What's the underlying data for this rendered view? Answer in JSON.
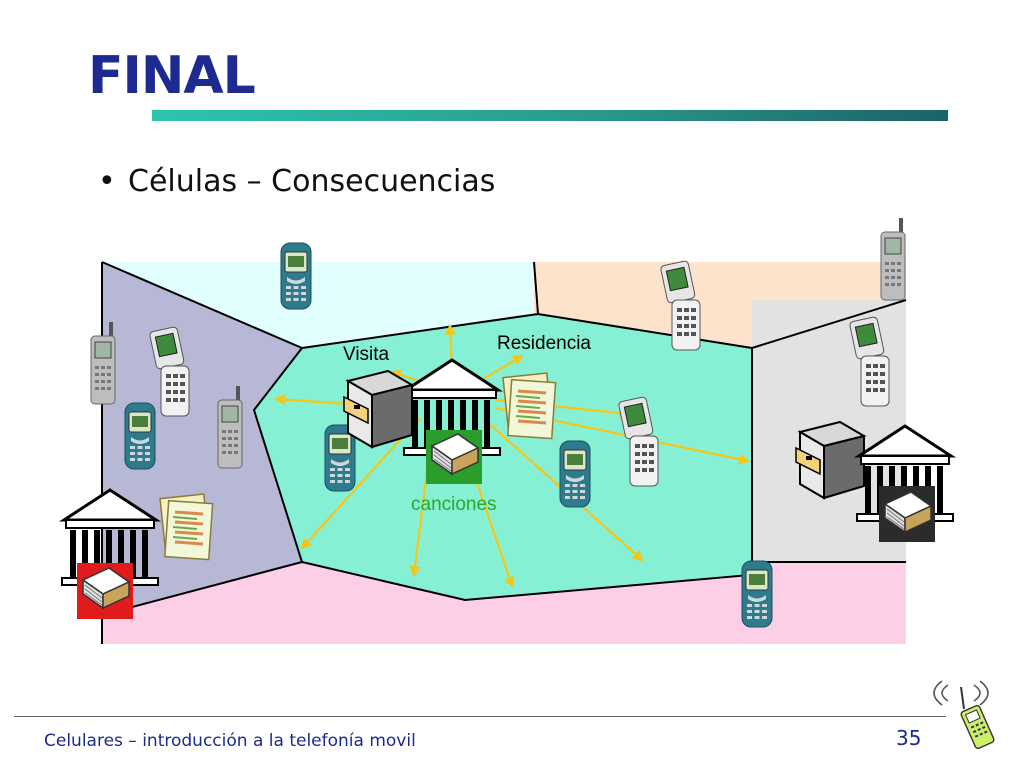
{
  "slide": {
    "title": "FINAL",
    "bullet": "Células – Consecuencias"
  },
  "diagram": {
    "labels": {
      "visita": "Visita",
      "residencia": "Residencia",
      "canciones": "canciones"
    },
    "colors": {
      "cell_left": "#b7b7d6",
      "cell_top": "#e2ffff",
      "cell_top_right": "#fde3cc",
      "cell_right": "#e2e2e2",
      "cell_bottom": "#fccfe6",
      "cell_center": "#86f0d4",
      "arrow": "#f5c518",
      "canciones_label": "#2ca82c",
      "phone_body": "#2f7b8e",
      "phone_silver": "#b8b8b8"
    }
  },
  "footer": {
    "text": "Celulares – introducción a la telefonía movil",
    "page_number": "35"
  }
}
